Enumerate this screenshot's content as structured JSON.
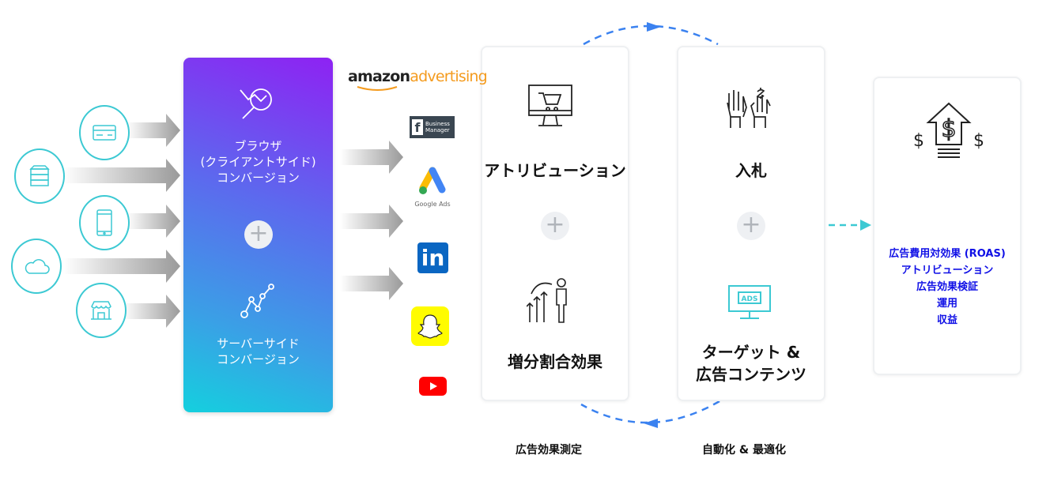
{
  "sources": [
    {
      "icon": "server-icon"
    },
    {
      "icon": "credit-card-icon"
    },
    {
      "icon": "smartphone-icon"
    },
    {
      "icon": "cloud-icon"
    },
    {
      "icon": "store-icon"
    }
  ],
  "conversion_box": {
    "browser_label": [
      "ブラウザ",
      "(クライアントサイド)",
      "コンバージョン"
    ],
    "server_label": [
      "サーバーサイド",
      "コンバージョン"
    ],
    "colors": {
      "top": "#8e22f3",
      "bottom": "#14d0de"
    }
  },
  "platforms": {
    "amazon": {
      "part1": "amazon",
      "part2": "advertising"
    },
    "facebook": {
      "text": "Business Manager"
    },
    "google": {
      "text": "Google Ads"
    },
    "linkedin": {
      "text": "in"
    },
    "snapchat": {
      "icon": "snapchat-icon"
    },
    "youtube": {
      "icon": "youtube-icon"
    }
  },
  "measurement_card": {
    "top": "アトリビューション",
    "bottom": "増分割合効果"
  },
  "automation_card": {
    "top": "入札",
    "bottom": [
      "ターゲット &",
      "広告コンテンツ"
    ]
  },
  "outcome_card": {
    "items": [
      "広告費用対効果 (ROAS)",
      "アトリビューション",
      "広告効果検証",
      "運用",
      "収益"
    ],
    "color": "#1010e6"
  },
  "bottom_labels": {
    "measurement": "広告効果測定",
    "automation": "自動化 & 最適化"
  },
  "accent": {
    "teal": "#3cc9d3",
    "loop_blue": "#3b82f0"
  }
}
